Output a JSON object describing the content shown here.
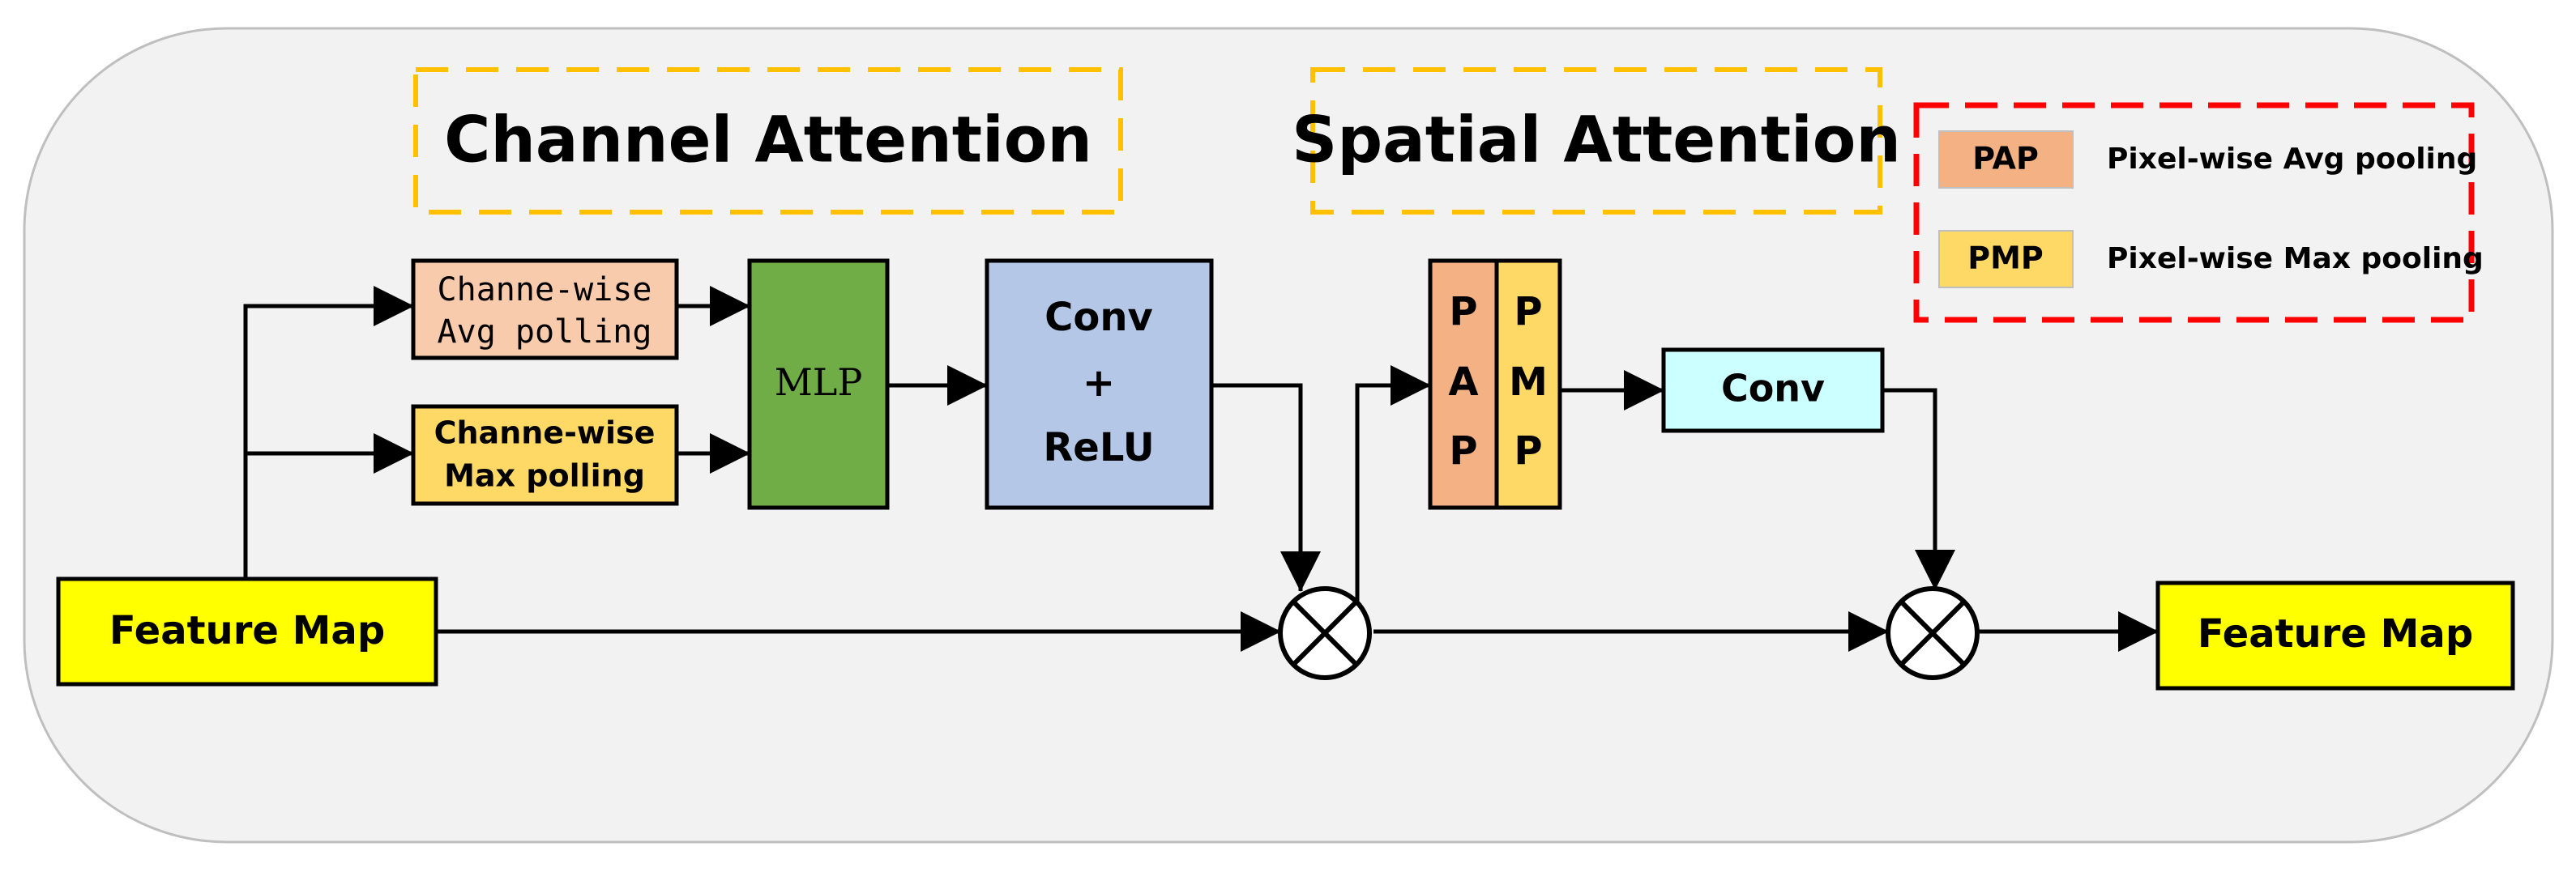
{
  "channel_attention": {
    "title": "Channel Attention"
  },
  "spatial_attention": {
    "title": "Spatial Attention"
  },
  "blocks": {
    "channel_avg": {
      "line1": "Channe-wise",
      "line2": "Avg polling"
    },
    "channel_max": {
      "line1": "Channe-wise",
      "line2": "Max polling"
    },
    "mlp": {
      "label": "MLP"
    },
    "conv_relu": {
      "line1": "Conv",
      "line2": "+",
      "line3": "ReLU"
    },
    "pap": {
      "letters": [
        "P",
        "A",
        "P"
      ]
    },
    "pmp": {
      "letters": [
        "P",
        "M",
        "P"
      ]
    },
    "conv": {
      "label": "Conv"
    },
    "feature_map_in": {
      "label": "Feature Map"
    },
    "feature_map_out": {
      "label": "Feature Map"
    }
  },
  "legend": {
    "items": [
      {
        "key": "PAP",
        "description": "Pixel-wise Avg pooling",
        "color": "#F4B183"
      },
      {
        "key": "PMP",
        "description": "Pixel-wise Max pooling",
        "color": "#FFD966"
      }
    ]
  },
  "colors": {
    "panel_bg": "#F2F2F2",
    "title_border": "#FFC000",
    "legend_border": "#FF0000",
    "avg_fill": "#F8CBAD",
    "max_fill": "#FFD966",
    "mlp_fill": "#70AD47",
    "conv_relu_fill": "#B4C7E7",
    "pap_fill": "#F4B183",
    "pmp_fill": "#FFD966",
    "conv_fill": "#CCFFFF",
    "feature_map_fill": "#FFFF00"
  }
}
